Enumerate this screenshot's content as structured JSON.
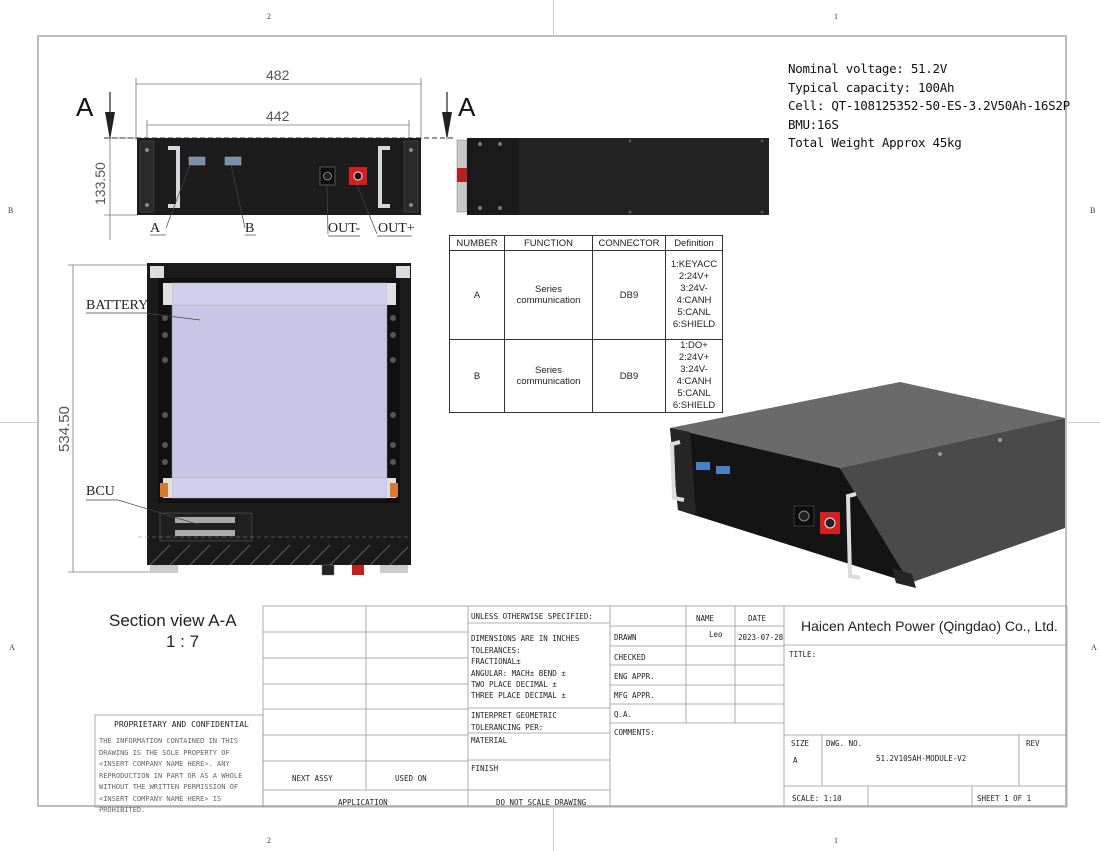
{
  "zones": {
    "top": [
      "2",
      "1"
    ],
    "bottom": [
      "2",
      "1"
    ],
    "left": [
      "B",
      "A"
    ],
    "right": [
      "B",
      "A"
    ]
  },
  "specs": [
    "Nominal voltage:  51.2V",
    "Typical capacity:  100Ah",
    "Cell: QT-108125352-50-ES-3.2V50Ah-16S2P",
    "BMU:16S",
    "Total Weight Approx 45kg"
  ],
  "front_view": {
    "dim_overall": "482",
    "dim_inner": "442",
    "dim_height": "133.50",
    "section_mark": "A",
    "labels": [
      "A",
      "B",
      "OUT-",
      "OUT+"
    ]
  },
  "section_view": {
    "dim_depth": "534.50",
    "label_battery": "BATTERY",
    "label_bcu": "BCU",
    "title": "Section view A-A",
    "scale": "1 : 7"
  },
  "connector_table": {
    "headers": [
      "NUMBER",
      "FUNCTION",
      "CONNECTOR",
      "Definition"
    ],
    "rows": [
      {
        "number": "A",
        "function": "Series communication",
        "connector": "DB9",
        "defs": [
          "1:KEYACC",
          "2:24V+",
          "3:24V-",
          "4:CANH",
          "5:CANL",
          "6:SHIELD"
        ]
      },
      {
        "number": "B",
        "function": "Series communication",
        "connector": "DB9",
        "defs": [
          "1:DO+",
          "2:24V+",
          "3:24V-",
          "4:CANH",
          "5:CANL",
          "6:SHIELD"
        ]
      }
    ]
  },
  "title_block": {
    "proprietary_title": "PROPRIETARY AND CONFIDENTIAL",
    "proprietary_text": [
      "THE INFORMATION CONTAINED IN THIS",
      "DRAWING IS THE SOLE PROPERTY OF",
      "<INSERT COMPANY NAME HERE>. ANY",
      "REPRODUCTION IN PART OR AS A WHOLE",
      "WITHOUT THE WRITTEN PERMISSION OF",
      "<INSERT COMPANY NAME HERE> IS",
      "PROHIBITED."
    ],
    "next_assy": "NEXT ASSY",
    "used_on": "USED ON",
    "application": "APPLICATION",
    "unless": "UNLESS OTHERWISE SPECIFIED:",
    "dimensions": "DIMENSIONS ARE IN INCHES",
    "tolerances": "TOLERANCES:",
    "fractional": "FRACTIONAL±",
    "angular": "ANGULAR: MACH±    BEND ±",
    "two_place": "TWO PLACE DECIMAL    ±",
    "three_place": "THREE PLACE DECIMAL  ±",
    "interpret": "INTERPRET GEOMETRIC",
    "tolerancing": "TOLERANCING PER:",
    "material": "MATERIAL",
    "finish": "FINISH",
    "do_not_scale": "DO NOT SCALE DRAWING",
    "col_name": "NAME",
    "col_date": "DATE",
    "drawn": "DRAWN",
    "drawn_name": "Leo",
    "drawn_date": "2023-07-28",
    "checked": "CHECKED",
    "eng_appr": "ENG APPR.",
    "mfg_appr": "MFG APPR.",
    "qa": "Q.A.",
    "comments": "COMMENTS:",
    "company": "Haicen Antech Power (Qingdao) Co., Ltd.",
    "title_label": "TITLE:",
    "size_label": "SIZE",
    "size_value": "A",
    "dwg_no_label": "DWG.  NO.",
    "dwg_no": "51.2V105AH-MODULE-V2",
    "rev_label": "REV",
    "scale": "SCALE: 1:10",
    "sheet": "SHEET 1 OF 1"
  },
  "colors": {
    "battery_fill": "#c7c6e6",
    "module_body": "#1c1c1c",
    "handle": "#d8d8d8",
    "out_plus": "#d62020",
    "sheet_border": "#bdbdbd"
  }
}
